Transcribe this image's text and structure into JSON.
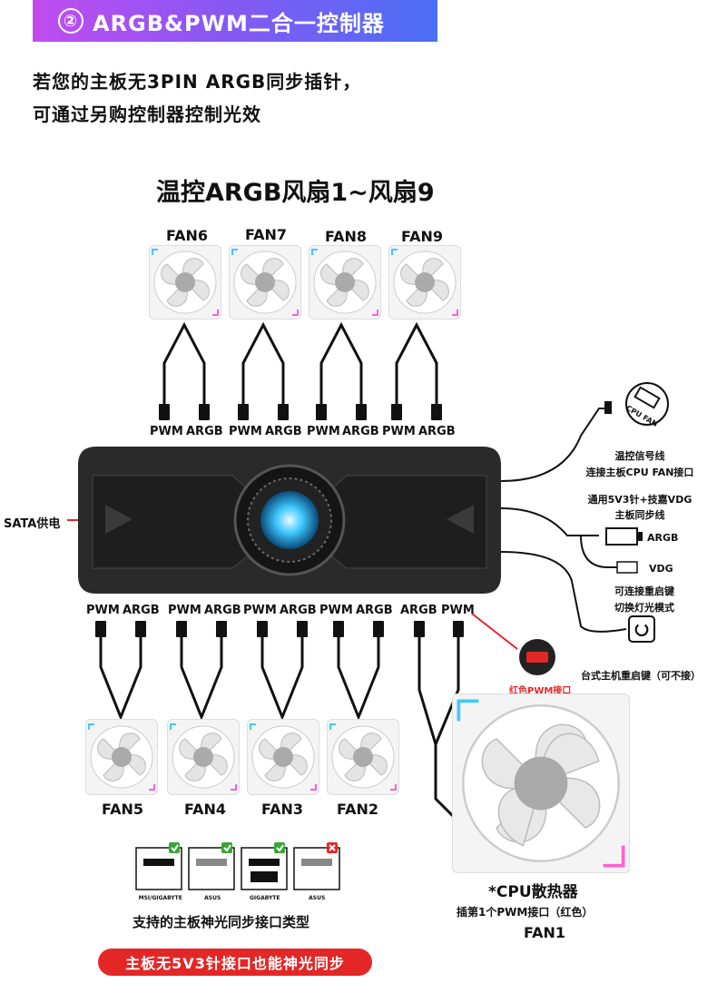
{
  "header": {
    "number": "②",
    "title": "ARGB&PWM二合一控制器"
  },
  "intro": [
    "若您的主板无3PIN  ARGB同步插针，",
    "可通过另购控制器控制光效"
  ],
  "diagram_title": "温控ARGB风扇1~风扇9",
  "top_fans": [
    "FAN6",
    "FAN7",
    "FAN8",
    "FAN9"
  ],
  "bottom_fans": [
    "FAN5",
    "FAN4",
    "FAN3",
    "FAN2"
  ],
  "connector_pwm": "PWM",
  "connector_argb": "ARGB",
  "sata_label": "SATA供电",
  "right_labels": {
    "temp_line1": "温控信号线",
    "temp_line2": "连接主板CPU FAN接口",
    "cpu_fan_tag": "CPU FAN",
    "sync_line1": "通用5V3针+技嘉VDG",
    "sync_line2": "主板同步线",
    "argb": "ARGB",
    "vdg": "VDG",
    "reset_line1": "可连接重启键",
    "reset_line2": "切换灯光模式",
    "reset_desc": "台式主机重启键（可不接）"
  },
  "red_pwm_label": "红色PWM接口",
  "cpu": {
    "title": "*CPU散热器",
    "desc": "插第1个PWM接口（红色）",
    "fan": "FAN1"
  },
  "supported": {
    "caption": "支持的主板神光同步接口类型",
    "brands": [
      "MSI/GIGABYTE",
      "ASUS",
      "GIGABYTE",
      "ASUS"
    ]
  },
  "bottom_note": "主板无5V3针接口也能神光同步",
  "colors": {
    "accent_red": "#e32727",
    "check_green": "#3aa635",
    "glow_blue": "#3fc8ff"
  }
}
